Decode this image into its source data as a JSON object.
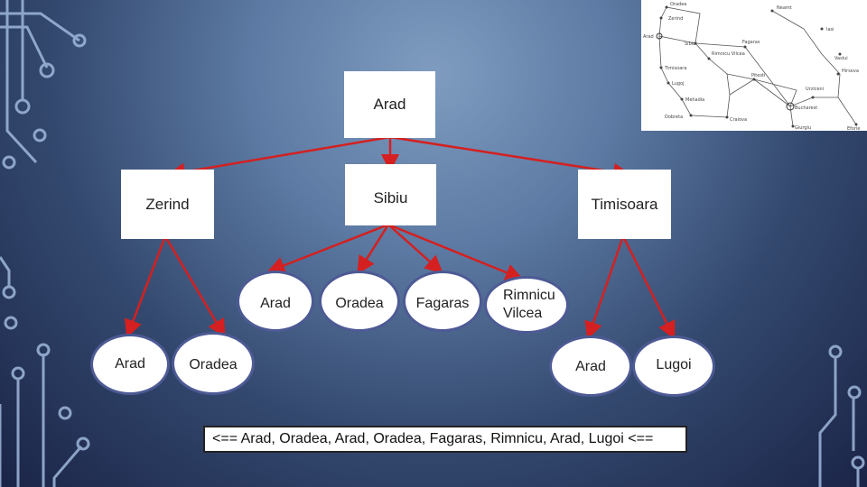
{
  "nodes": {
    "root": "Arad",
    "zerind": "Zerind",
    "sibiu": "Sibiu",
    "timisoara": "Timisoara",
    "zerind_arad": "Arad",
    "zerind_oradea": "Oradea",
    "sibiu_arad": "Arad",
    "sibiu_oradea": "Oradea",
    "sibiu_fagaras": "Fagaras",
    "sibiu_rimnicu": "Rimnicu\nVilcea",
    "timisoara_arad": "Arad",
    "timisoara_lugoi": "Lugoi"
  },
  "caption": "<== Arad, Oradea, Arad, Oradea, Fagaras, Rimnicu, Arad, Lugoi <==",
  "map_cities": [
    "Oradea",
    "Neamt",
    "Zerind",
    "Iasi",
    "Arad",
    "Sibiu",
    "Fagaras",
    "Rimnicu Vilcea",
    "Vaslui",
    "Timisoara",
    "Pitesti",
    "Lugoj",
    "Hirsova",
    "Mehadia",
    "Urziceni",
    "Bucharest",
    "Dobreta",
    "Craiova",
    "Eforie",
    "Giurgiu"
  ],
  "colors": {
    "edge": "#d42020",
    "ellipse_border": "#4d5a94",
    "circuit": "#9fb8dc"
  }
}
